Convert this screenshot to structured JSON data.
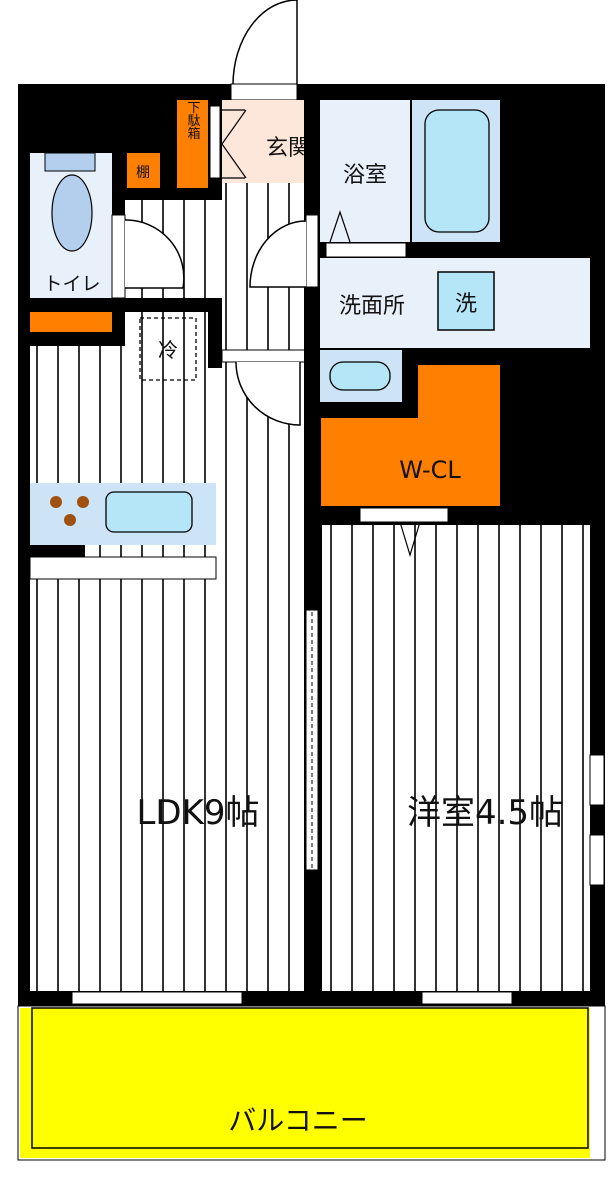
{
  "labels": {
    "shoe_cabinet": "下駄箱",
    "shelf": "棚",
    "entrance": "玄関",
    "bathroom": "浴室",
    "toilet": "トイレ",
    "washroom": "洗面所",
    "washer": "洗",
    "fridge": "冷",
    "walk_in_closet": "W-CL",
    "ldk": "LDK9帖",
    "western_room": "洋室4.5帖",
    "balcony": "バルコニー"
  },
  "colors": {
    "wall": "#000000",
    "storage": "#ff8000",
    "entrance": "#fde6da",
    "wet_area": "#e8f0fa",
    "fixture": "#b4e6f8",
    "balcony": "#ffff00",
    "floor": "#ffffff"
  }
}
